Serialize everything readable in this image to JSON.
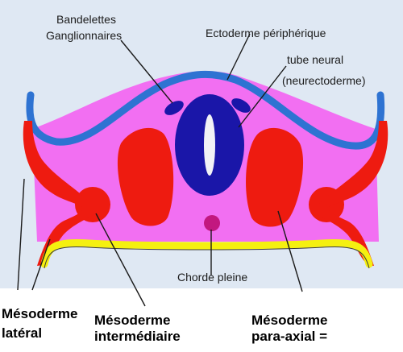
{
  "diagram": {
    "labels": {
      "bandelettes": [
        "Bandelettes",
        "Ganglionnaires"
      ],
      "ectoderme": "Ectoderme périphérique",
      "tube_neural": [
        "tube neural",
        "(neurectoderme)"
      ],
      "chorde": "Chorde pleine",
      "mesoderme_lateral": [
        "Mésoderme",
        "latéral"
      ],
      "mesoderme_intermediaire": [
        "Mésoderme",
        "intermédiaire"
      ],
      "mesoderme_paraxial": [
        "Mésoderme",
        "para-axial ="
      ]
    },
    "colors": {
      "background_panel": "#dfe8f3",
      "ectoderm_blue": "#2e73d2",
      "mesenchyme_pink": "#f26ff2",
      "mesoderm_red": "#ee1b10",
      "neural_tube_blue": "#1a16a8",
      "endoderm_yellow": "#f5f010",
      "chorde_magenta": "#c2187f"
    }
  }
}
